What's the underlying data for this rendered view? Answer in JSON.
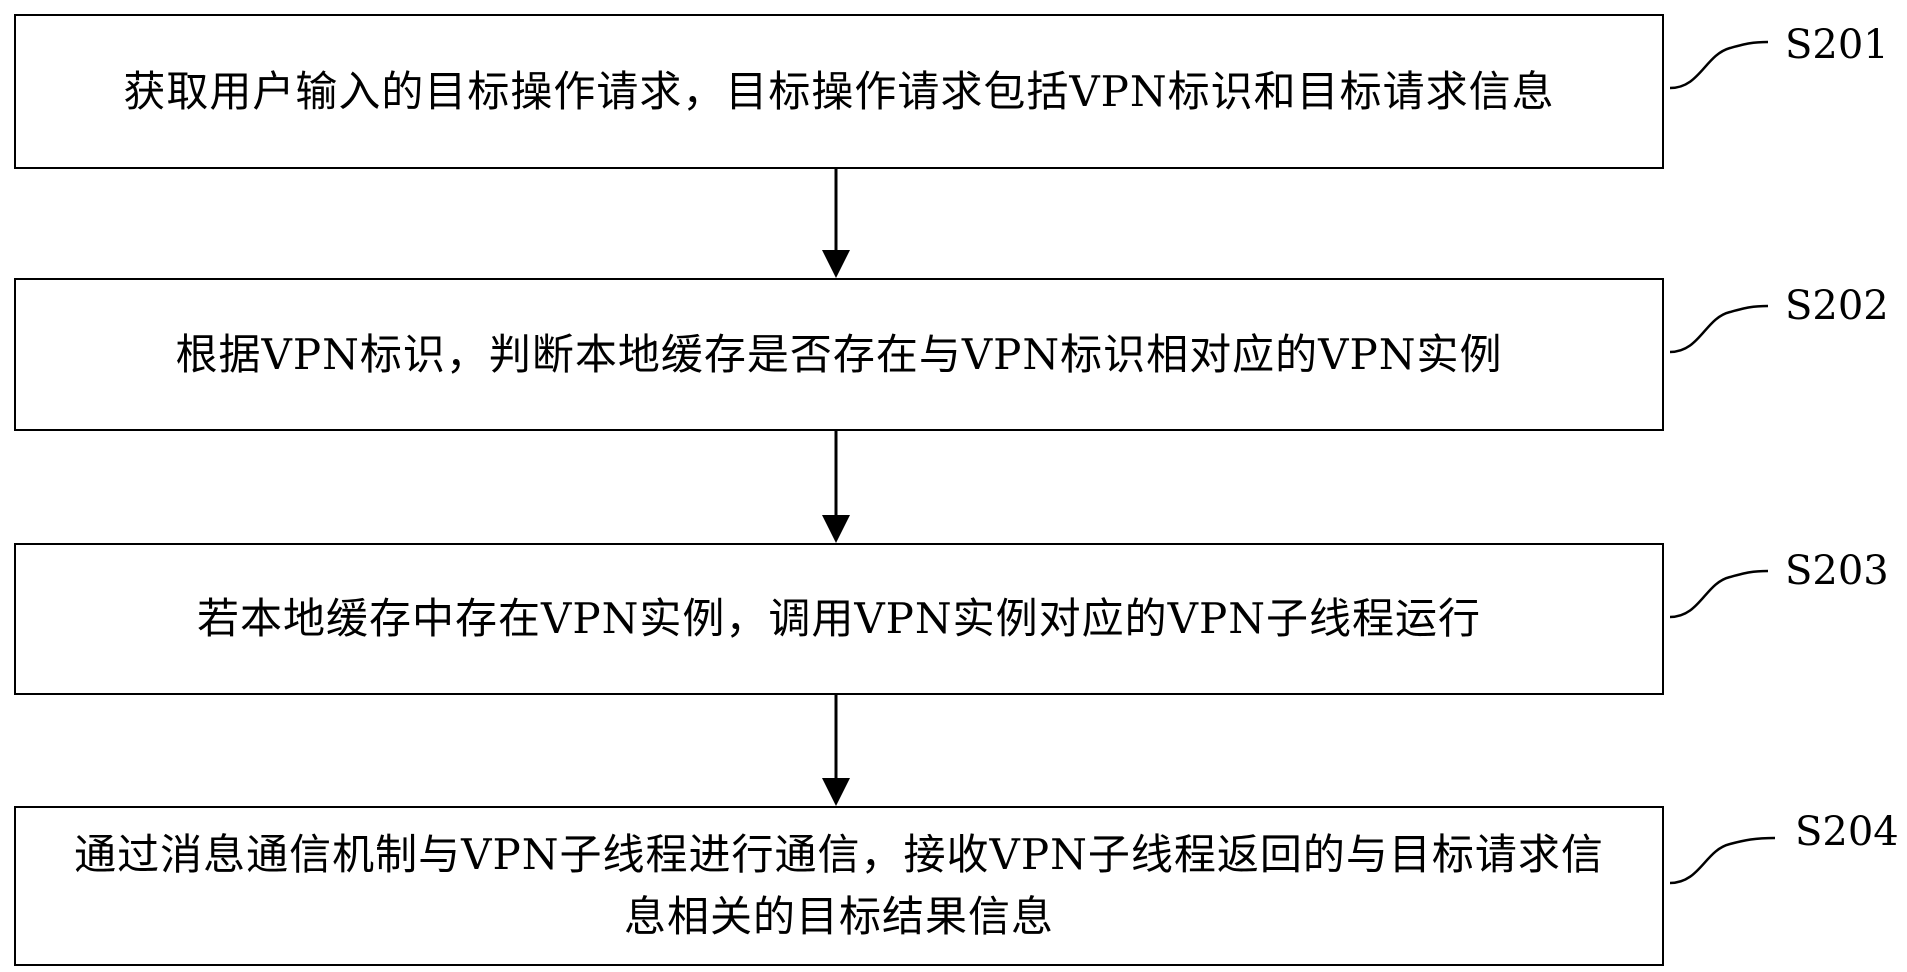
{
  "steps": [
    {
      "id": "S201",
      "text": "获取用户输入的目标操作请求，目标操作请求包括VPN标识和目标请求信息"
    },
    {
      "id": "S202",
      "text": "根据VPN标识，判断本地缓存是否存在与VPN标识相对应的VPN实例"
    },
    {
      "id": "S203",
      "text": "若本地缓存中存在VPN实例，调用VPN实例对应的VPN子线程运行"
    },
    {
      "id": "S204",
      "text": "通过消息通信机制与VPN子线程进行通信，接收VPN子线程返回的与目标请求信息相关的目标结果信息"
    }
  ],
  "colors": {
    "line": "#000000",
    "box_fill": "#ffffff"
  }
}
